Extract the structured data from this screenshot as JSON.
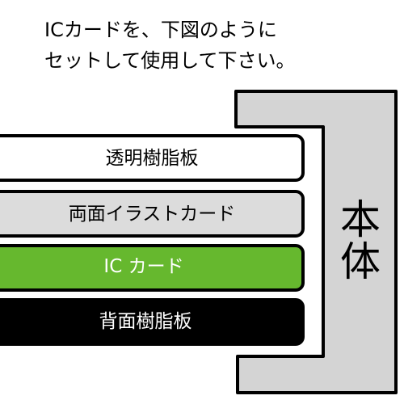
{
  "instruction": {
    "line1": "ICカードを、下図のように",
    "line2": "セットして使用して下さい。"
  },
  "layers": [
    {
      "label": "透明樹脂板",
      "fill": "#ffffff",
      "text_color": "#000000"
    },
    {
      "label": "両面イラストカード",
      "fill": "#dcdcdc",
      "text_color": "#000000"
    },
    {
      "label": "IC カード",
      "fill": "#66b82e",
      "text_color": "#ffffff"
    },
    {
      "label": "背面樹脂板",
      "fill": "#000000",
      "text_color": "#ffffff"
    }
  ],
  "body": {
    "label_line1": "本",
    "label_line2": "体",
    "fill": "#d4d4d4"
  }
}
